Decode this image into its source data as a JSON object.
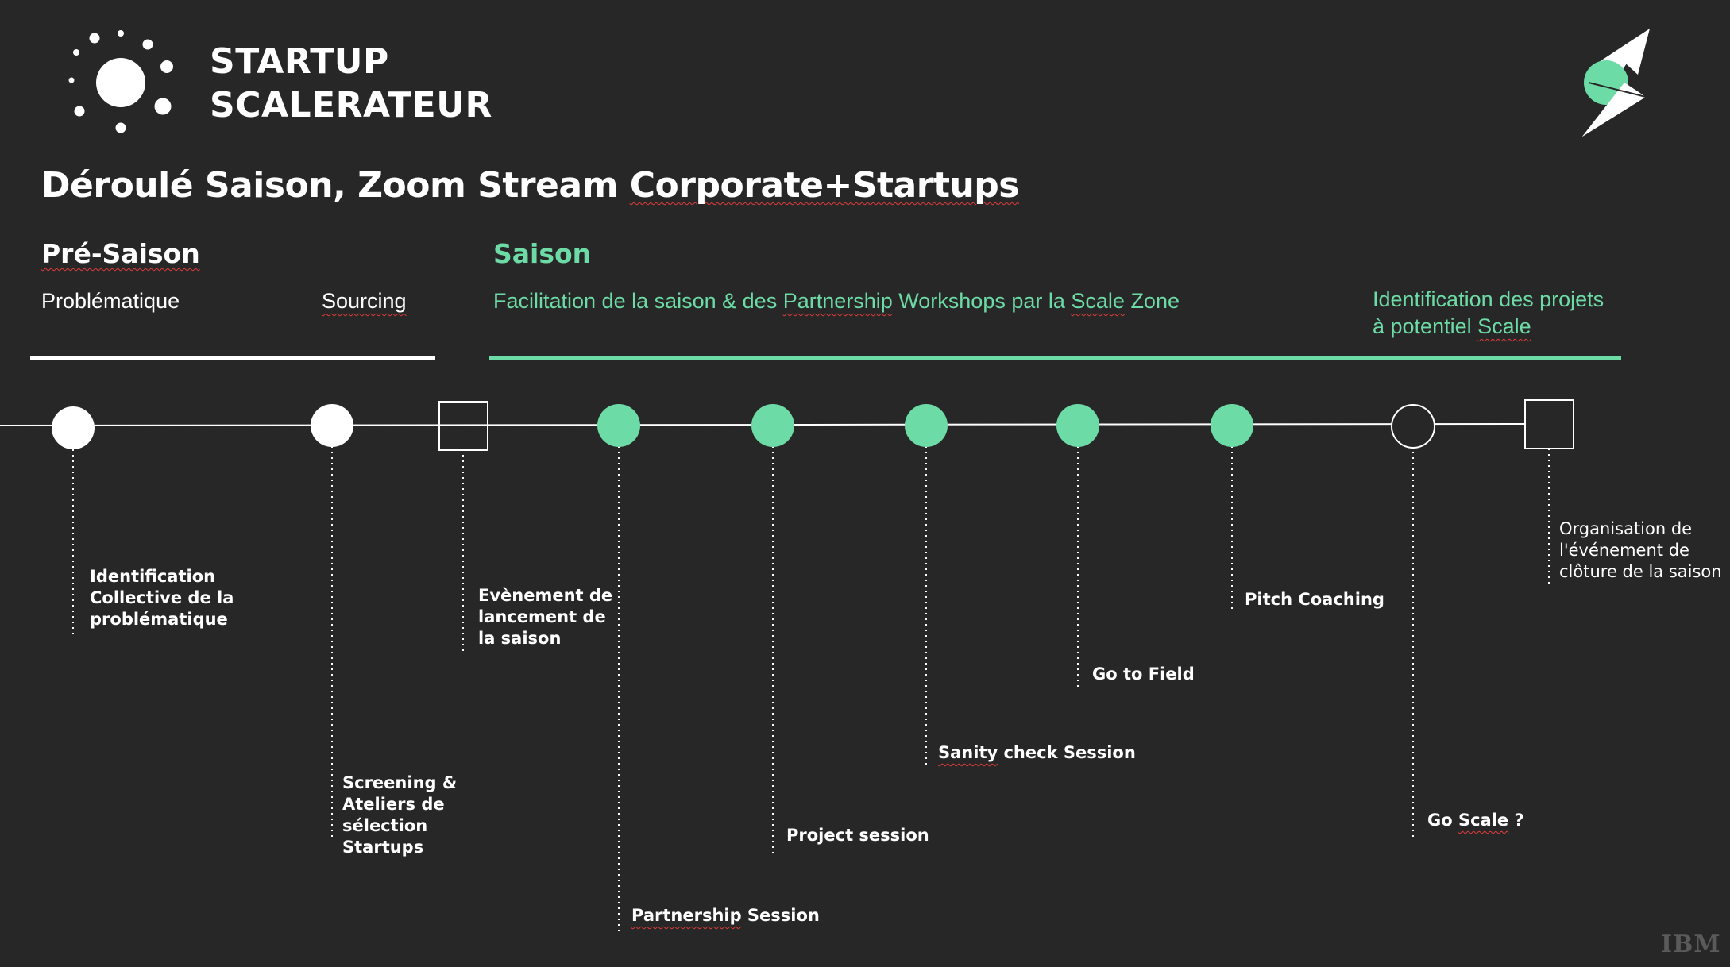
{
  "brand": {
    "line1": "STARTUP",
    "line2": "SCALERATEUR"
  },
  "title": {
    "part1": "Déroulé Saison, Zoom Stream ",
    "part2": "Corporate+Startups"
  },
  "pre_saison": {
    "heading": "Pré-Saison",
    "col1": "Problématique",
    "col2": "Sourcing"
  },
  "saison": {
    "heading": "Saison",
    "sub_a": "Facilitation de la saison & des ",
    "sub_b": "Partnership",
    "sub_c": " Workshops  par la ",
    "sub_d": "Scale",
    "sub_e": " Zone",
    "ident_line1": "Identification des projets",
    "ident_line2_a": "à potentiel ",
    "ident_line2_b": "Scale"
  },
  "milestones": [
    {
      "label": "Identification\nCollective de la\nproblématique",
      "shape": "circle-white"
    },
    {
      "label": "Screening &\nAteliers de\nsélection\nStartups",
      "shape": "circle-white"
    },
    {
      "label": "Evènement de\nlancement de\nla saison",
      "shape": "square"
    },
    {
      "label_a": "Partnership",
      "label_b": " Session",
      "shape": "circle-green"
    },
    {
      "label": "Project session",
      "shape": "circle-green"
    },
    {
      "label_a": "Sanity",
      "label_b": " check Session",
      "shape": "circle-green"
    },
    {
      "label": "Go to Field",
      "shape": "circle-green"
    },
    {
      "label": "Pitch Coaching",
      "shape": "circle-green"
    },
    {
      "label_a": "Go ",
      "label_b": "Scale",
      "label_c": " ?",
      "shape": "circle-outline"
    },
    {
      "label": "Organisation de\nl'événement de\nclôture de la saison",
      "shape": "square"
    }
  ],
  "footer": {
    "logo": "IBM"
  },
  "colors": {
    "background": "#272727",
    "accent": "#6ddba5",
    "white": "#ffffff"
  },
  "icons": [
    "sun-dots-logo",
    "lightning-logo"
  ]
}
